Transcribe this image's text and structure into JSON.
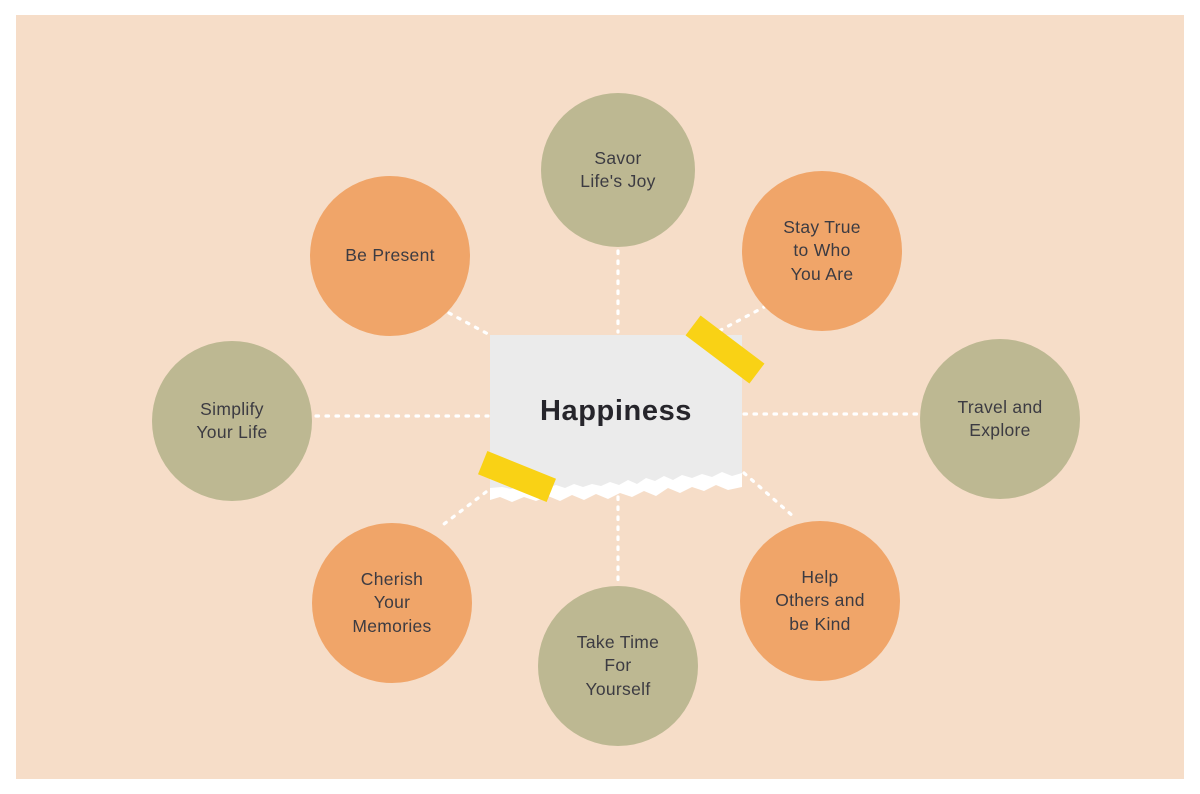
{
  "page": {
    "background": "#ffffff"
  },
  "canvas": {
    "background": "#f6ddc8"
  },
  "center": {
    "label": "Happiness",
    "paper_color": "#ebebeb",
    "torn_edge_color": "#ffffff",
    "tape_color": "#f9d215",
    "text_color": "#26252b"
  },
  "connector_color": "#ffffff",
  "node_text_color": "#3c3b42",
  "node_colors": {
    "sage": "#bdb892",
    "orange": "#f0a569"
  },
  "nodes": [
    {
      "id": "savor-lifes-joy",
      "label": "Savor\nLife's Joy",
      "color": "#bdb892",
      "position": "top"
    },
    {
      "id": "stay-true-to-who-you-are",
      "label": "Stay True\nto Who\nYou Are",
      "color": "#f0a569",
      "position": "top-right"
    },
    {
      "id": "travel-and-explore",
      "label": "Travel and\nExplore",
      "color": "#bdb892",
      "position": "right"
    },
    {
      "id": "help-others-and-be-kind",
      "label": "Help\nOthers and\nbe Kind",
      "color": "#f0a569",
      "position": "bottom-right"
    },
    {
      "id": "take-time-for-yourself",
      "label": "Take Time\nFor\nYourself",
      "color": "#bdb892",
      "position": "bottom"
    },
    {
      "id": "cherish-your-memories",
      "label": "Cherish\nYour\nMemories",
      "color": "#f0a569",
      "position": "bottom-left"
    },
    {
      "id": "simplify-your-life",
      "label": "Simplify\nYour Life",
      "color": "#bdb892",
      "position": "left"
    },
    {
      "id": "be-present",
      "label": "Be Present",
      "color": "#f0a569",
      "position": "top-left"
    }
  ]
}
